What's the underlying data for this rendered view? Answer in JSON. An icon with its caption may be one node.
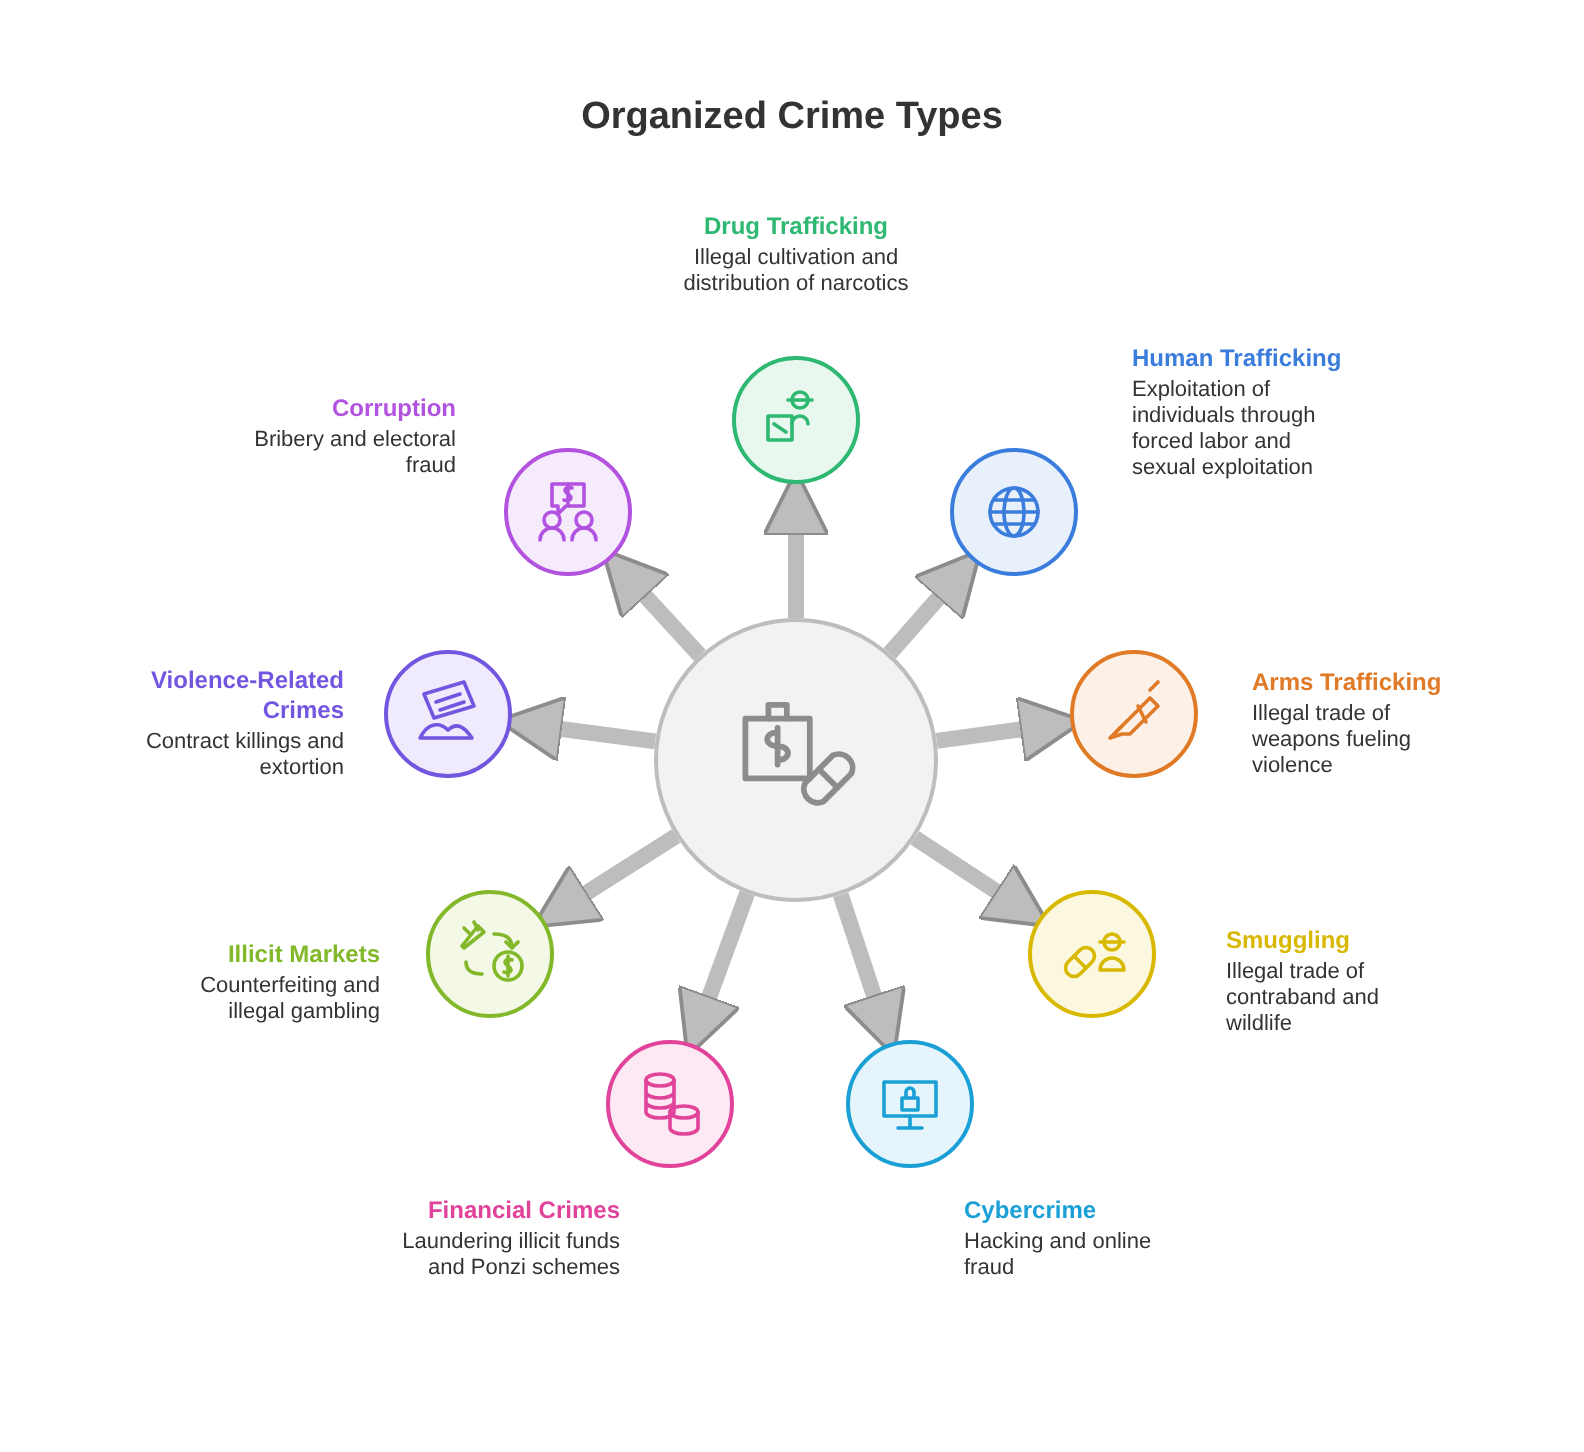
{
  "diagram": {
    "title": "Organized Crime Types",
    "nodes": [
      {
        "text": [],
        "shape": "circle"
      },
      {
        "text": [
          "Drug Trafficking",
          "Illegal cultivation and distribution of narcotics"
        ]
      },
      {
        "text": [
          "Human Trafficking",
          "Exploitation of individuals through forced labor and sexual exploitation"
        ]
      },
      {
        "text": [
          "Arms Trafficking",
          "Illegal trade of weapons fueling violence"
        ]
      },
      {
        "text": [
          "Smuggling",
          "Illegal trade of contraband and wildlife"
        ]
      },
      {
        "text": [
          "Cybercrime",
          "Hacking and online fraud"
        ]
      },
      {
        "text": [
          "Financial Crimes",
          "Laundering illicit funds and Ponzi schemes"
        ]
      },
      {
        "text": [
          "Illicit Markets",
          "Counterfeiting and illegal gambling"
        ]
      },
      {
        "text": [
          "Violence-Related Crimes",
          "Contract killings and extortion"
        ]
      },
      {
        "text": [
          "Corruption",
          "Bribery and electoral fraud"
        ]
      }
    ],
    "edges": [
      {
        "from": 0,
        "to": 1,
        "arrow": "to"
      },
      {
        "from": 0,
        "to": 2,
        "arrow": "to"
      },
      {
        "from": 0,
        "to": 3,
        "arrow": "to"
      },
      {
        "from": 0,
        "to": 4,
        "arrow": "to"
      },
      {
        "from": 0,
        "to": 5,
        "arrow": "to"
      },
      {
        "from": 0,
        "to": 6,
        "arrow": "to"
      },
      {
        "from": 0,
        "to": 7,
        "arrow": "to"
      },
      {
        "from": 0,
        "to": 8,
        "arrow": "to"
      },
      {
        "from": 0,
        "to": 9,
        "arrow": "to"
      }
    ]
  }
}
